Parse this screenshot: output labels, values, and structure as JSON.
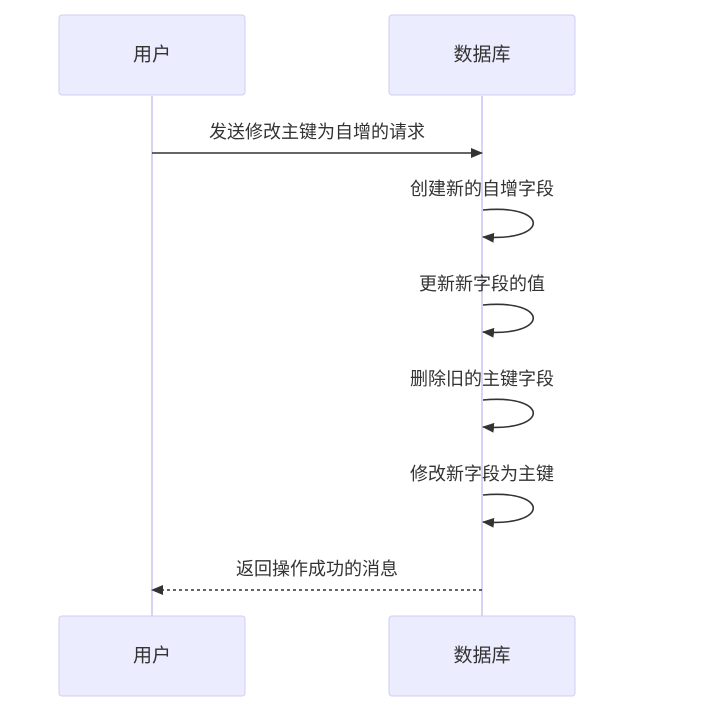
{
  "participants": {
    "user": "用户",
    "database": "数据库"
  },
  "messages": [
    {
      "from": "user",
      "to": "database",
      "text": "发送修改主键为自增的请求",
      "style": "solid"
    },
    {
      "from": "database",
      "to": "database",
      "text": "创建新的自增字段",
      "style": "solid"
    },
    {
      "from": "database",
      "to": "database",
      "text": "更新新字段的值",
      "style": "solid"
    },
    {
      "from": "database",
      "to": "database",
      "text": "删除旧的主键字段",
      "style": "solid"
    },
    {
      "from": "database",
      "to": "database",
      "text": "修改新字段为主键",
      "style": "solid"
    },
    {
      "from": "database",
      "to": "user",
      "text": "返回操作成功的消息",
      "style": "dashed"
    }
  ],
  "colors": {
    "actor_fill": "#ececff",
    "actor_border": "#d2cdf2",
    "lifeline": "#d8d3f3",
    "line": "#333333",
    "text": "#333333"
  }
}
